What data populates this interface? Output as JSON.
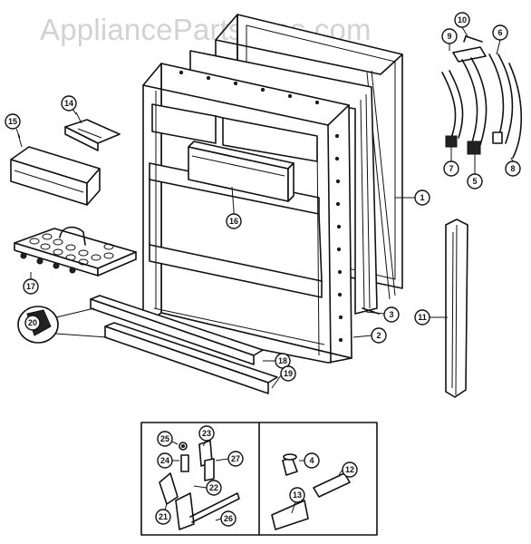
{
  "watermark": "AppliancePartsPros.com",
  "callouts": {
    "1": "1",
    "2": "2",
    "3": "3",
    "4": "4",
    "5": "5",
    "6": "6",
    "7": "7",
    "8": "8",
    "9": "9",
    "10": "10",
    "11": "11",
    "12": "12",
    "13": "13",
    "14": "14",
    "15": "15",
    "16": "16",
    "17": "17",
    "18": "18",
    "19": "19",
    "20": "20",
    "21": "21",
    "22": "22",
    "23": "23",
    "24": "24",
    "25": "25",
    "26": "26",
    "27": "27"
  }
}
